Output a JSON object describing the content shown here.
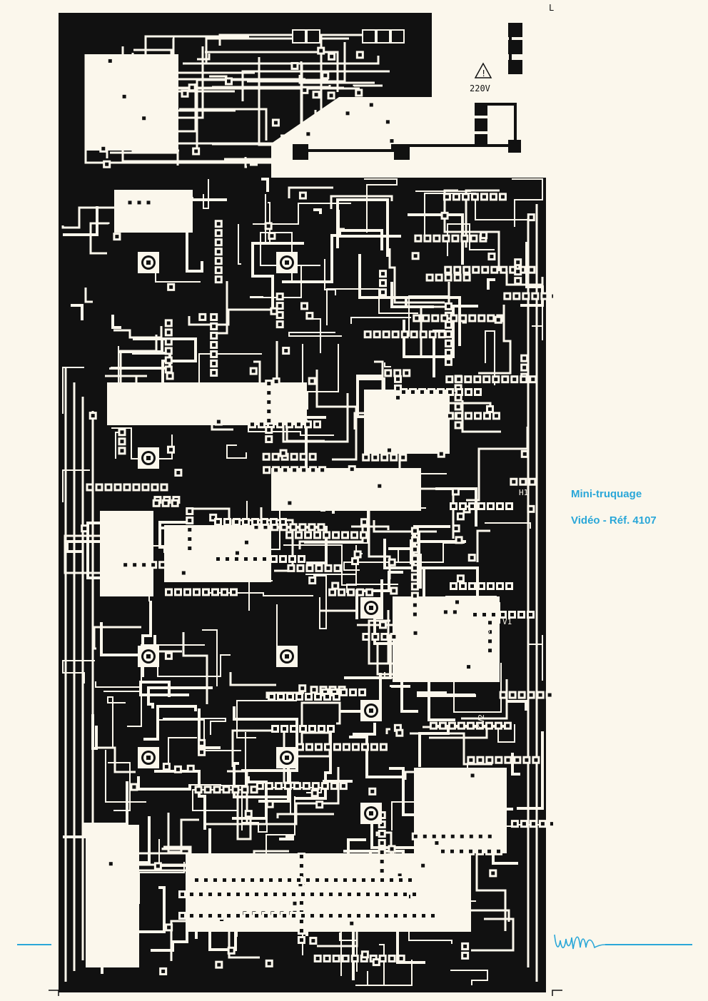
{
  "caption": {
    "line1": "Mini-truquage",
    "line2": "Vidéo - Réf. 4107"
  },
  "board": {
    "voltage_label": "220V",
    "designators": [
      "CV1",
      "H1",
      "V1",
      "V2",
      "CV2"
    ]
  },
  "corner_mark": "L",
  "colors": {
    "copper": "#111111",
    "paper": "#fbf7ec",
    "accent": "#2aa7d8"
  },
  "icons": [
    "warning-triangle-icon",
    "brand-signature-icon"
  ]
}
